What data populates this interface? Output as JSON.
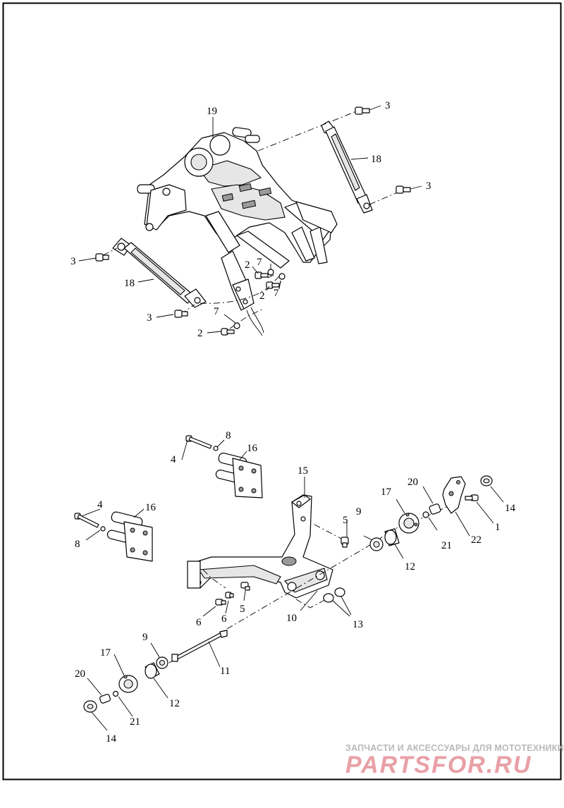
{
  "callouts": {
    "c19": "19",
    "c18a": "18",
    "c18b": "18",
    "c3a": "3",
    "c3b": "3",
    "c3c": "3",
    "c3d": "3",
    "c2a": "2",
    "c2b": "2",
    "c2c": "2",
    "c7a": "7",
    "c7b": "7",
    "c7c": "7",
    "c8a": "8",
    "c8b": "8",
    "c4a": "4",
    "c4b": "4",
    "c16a": "16",
    "c16b": "16",
    "c15": "15",
    "c9a": "9",
    "c9b": "9",
    "c5a": "5",
    "c5b": "5",
    "c17a": "17",
    "c17b": "17",
    "c20a": "20",
    "c20b": "20",
    "c21a": "21",
    "c21b": "21",
    "c12a": "12",
    "c12b": "12",
    "c14a": "14",
    "c14b": "14",
    "c1": "1",
    "c22": "22",
    "c10": "10",
    "c13": "13",
    "c6a": "6",
    "c6b": "6",
    "c11": "11"
  },
  "watermark": {
    "tagline": "ЗАПЧАСТИ И АКСЕССУАРЫ ДЛЯ МОТОТЕХНИКИ",
    "logo": "PARTSFOR.RU"
  }
}
